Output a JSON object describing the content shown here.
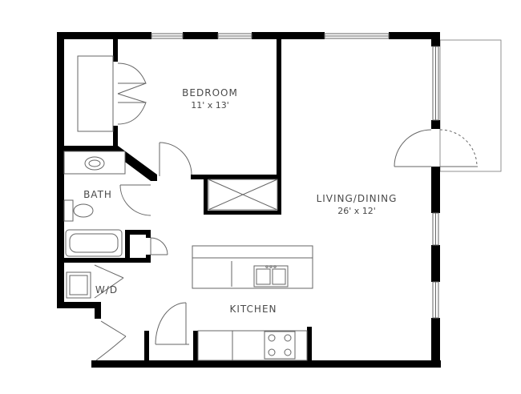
{
  "rooms": {
    "bedroom": {
      "name": "BEDROOM",
      "size": "11' x 13'"
    },
    "living": {
      "name": "LIVING/DINING",
      "size": "26' x 12'"
    },
    "bath": {
      "name": "BATH"
    },
    "wd": {
      "name": "W/D"
    },
    "kitchen": {
      "name": "KITCHEN"
    }
  },
  "colors": {
    "wall": "#000000",
    "line": "#666666",
    "text": "#4a4a4a"
  }
}
